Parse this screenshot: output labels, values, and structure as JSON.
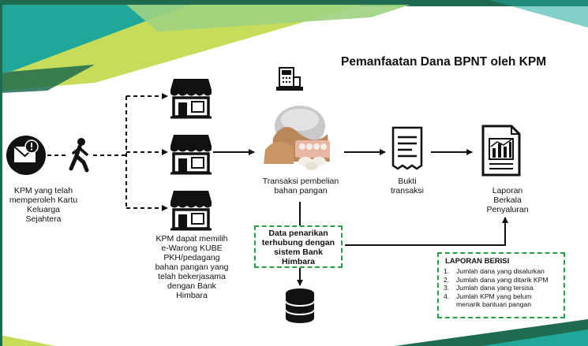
{
  "title": "Pemanfaatan Dana BPNT oleh KPM",
  "colors": {
    "dark_green": "#1e6b4f",
    "teal": "#1fa89a",
    "lime": "#c6dc5a",
    "light_green": "#9fd181",
    "dash_green": "#25a046",
    "ink": "#111111"
  },
  "icons": [
    "envelope-alert-icon",
    "walking-person-icon",
    "shop-icon",
    "cash-register-icon",
    "food-groceries-icon",
    "receipt-icon",
    "report-chart-icon",
    "database-icon"
  ],
  "nodes": {
    "kpm_label": "KPM yang telah\nmemperoleh Kartu\nKeluarga\nSejahtera",
    "warong_label": "KPM dapat memilih\ne-Warong KUBE\nPKH/pedagang\nbahan pangan yang\ntelah bekerjasama\ndengan Bank\nHimbara",
    "transaction_label": "Transaksi pembelian\nbahan pangan",
    "receipt_label": "Bukti\ntransaksi",
    "report_label": "Laporan\nBerkala\nPenyaluran",
    "data_box": "Data penarikan\nterhubung dengan\nsistem Bank\nHimbara"
  },
  "report_box": {
    "heading": "LAPORAN BERISI",
    "items": [
      {
        "num": "1.",
        "text": "Jumlah dana yang disalurkan"
      },
      {
        "num": "2.",
        "text": "Jumlah dana yang ditarik KPM"
      },
      {
        "num": "3.",
        "text": "Jumlah dana yang tersisa"
      },
      {
        "num": "4.",
        "text": "Jumlah KPM yang belum\nmenarik bantuan pangan"
      }
    ]
  }
}
